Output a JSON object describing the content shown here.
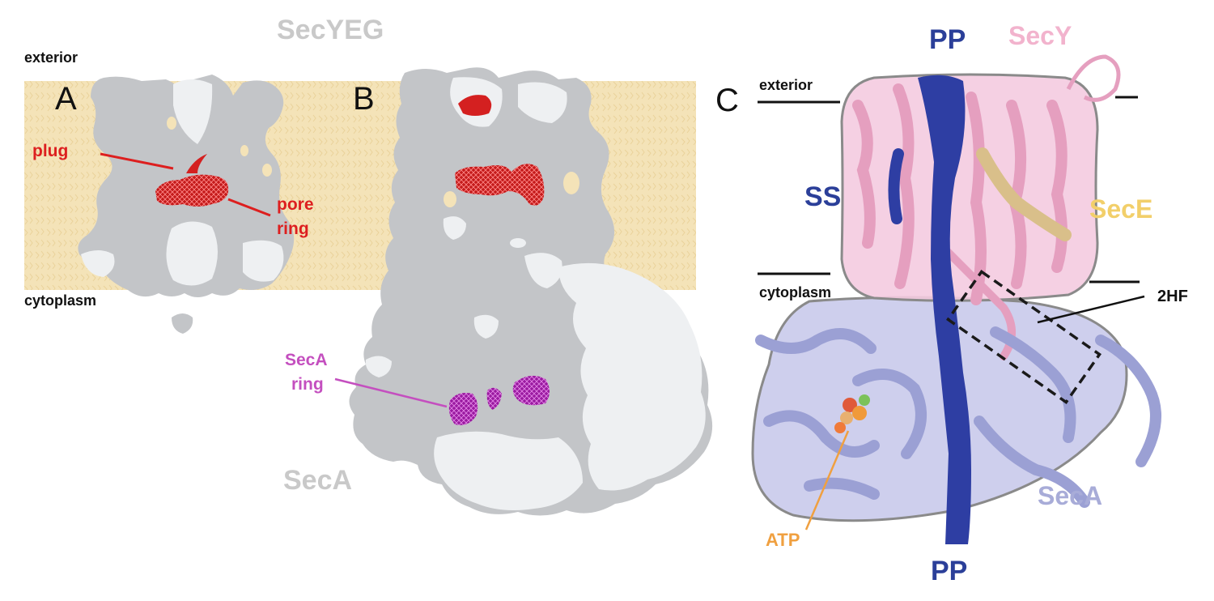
{
  "panel_a": {
    "letter": "A",
    "exterior": "exterior",
    "cytoplasm": "cytoplasm",
    "plug": "plug",
    "pore": "pore",
    "ring": "ring",
    "secyeg": "SecYEG"
  },
  "panel_b": {
    "letter": "B",
    "seca_ring_1": "SecA",
    "seca_ring_2": "ring",
    "seca": "SecA"
  },
  "panel_c": {
    "letter": "C",
    "exterior": "exterior",
    "cytoplasm": "cytoplasm",
    "pp_top": "PP",
    "secy": "SecY",
    "ss": "SS",
    "sece": "SecE",
    "twohf": "2HF",
    "atp": "ATP",
    "seca": "SecA",
    "pp_bottom": "PP"
  },
  "colors": {
    "membrane": "#f3e1b3",
    "protein_surface": "#c3c5c8",
    "protein_white": "#f2f2f2",
    "plug_red": "#d42020",
    "seca_magenta": "#a21fa8",
    "pp_blue": "#2e3ea3",
    "secy_pink": "#f2c1d6",
    "sece_tan": "#d9c08a",
    "seca_lavender": "#b5b8e2"
  }
}
